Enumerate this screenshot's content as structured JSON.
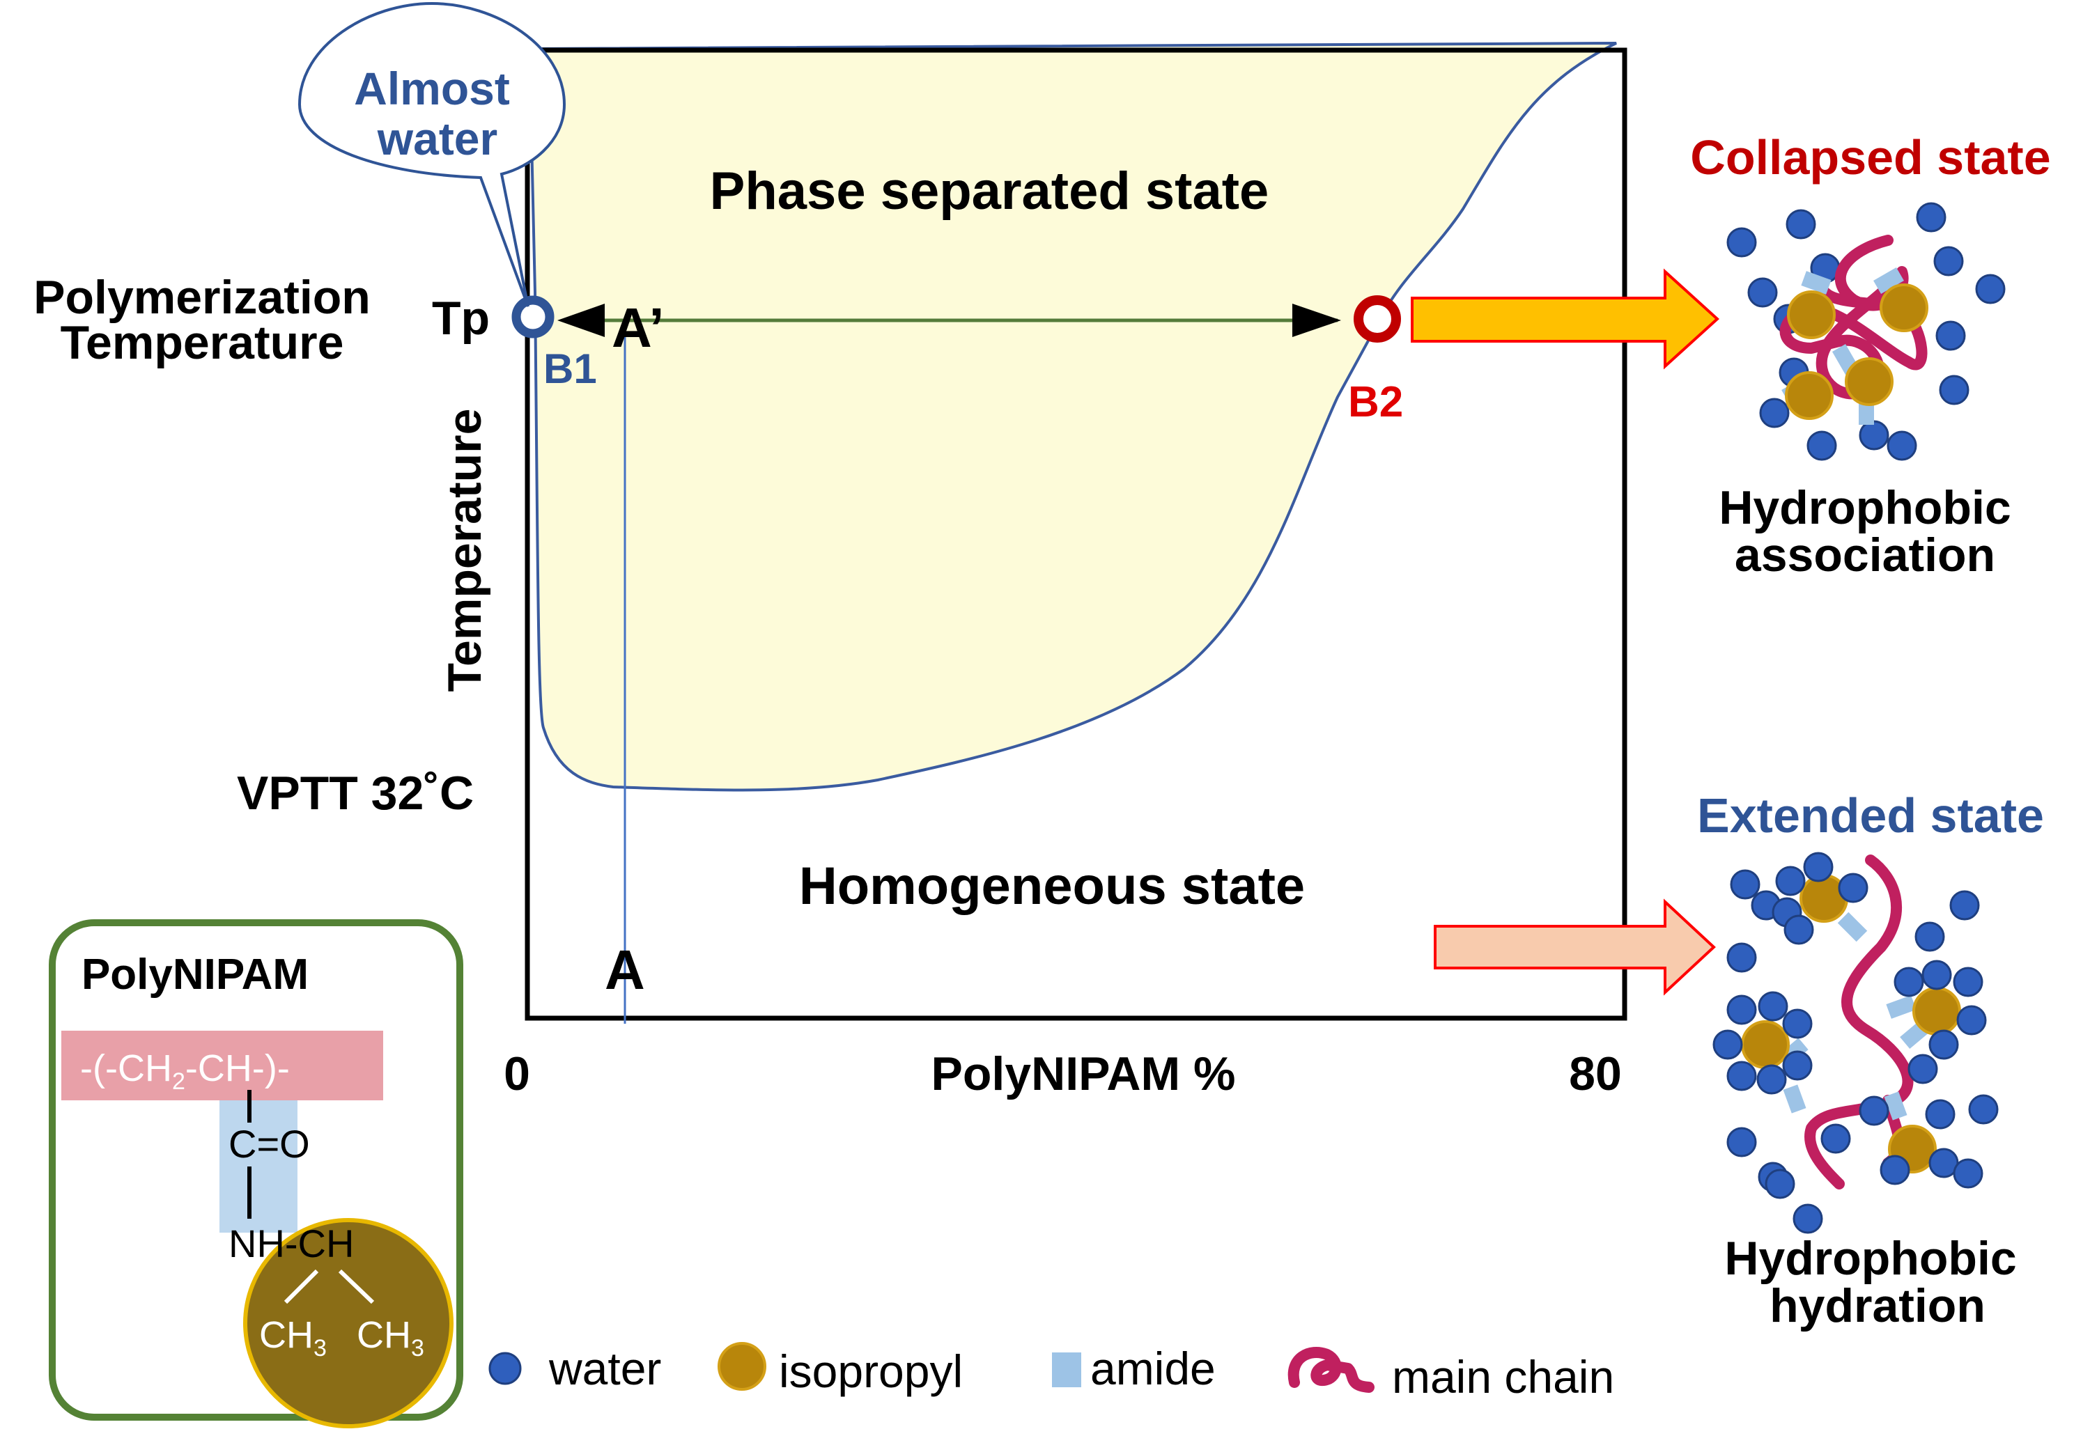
{
  "phase_diagram": {
    "region_top_label": "Phase separated state",
    "region_bottom_label": "Homogeneous state",
    "y_axis_label": "Temperature",
    "x_axis_label": "PolyNIPAM %",
    "x_min_label": "0",
    "x_max_label": "80",
    "tp_label_line1": "Polymerization",
    "tp_label_line2": "Temperature",
    "tp_tick": "Tp",
    "vptt_label": "VPTT 32˚C",
    "point_a": "A",
    "point_a_prime": "A’",
    "point_b1": "B1",
    "point_b2": "B2",
    "callout_line1": "Almost",
    "callout_line2": "water"
  },
  "collapsed": {
    "title": "Collapsed state",
    "caption_line1": "Hydrophobic",
    "caption_line2": "association"
  },
  "extended": {
    "title": "Extended state",
    "caption_line1": "Hydrophobic",
    "caption_line2": "hydration"
  },
  "structure_box": {
    "title": "PolyNIPAM",
    "backbone": "-(-CH",
    "backbone_sub": "2",
    "backbone_end": "-CH-)-",
    "carbonyl": "C=O",
    "amine": "NH-CH",
    "methyl1": "CH",
    "methyl1_sub": "3",
    "methyl2": "CH",
    "methyl2_sub": "3"
  },
  "legend": {
    "water": "water",
    "isopropyl": "isopropyl",
    "amide": "amide",
    "main_chain": "main chain"
  },
  "colors": {
    "phase_fill": "#fdfbd9",
    "binodal": "#3a5ba0",
    "tie_line": "#547b3a",
    "b1": "#2f5496",
    "b2": "#c00000",
    "water": "#2f5fbd",
    "isopropyl": "#b8860b",
    "amide": "#9dc3e6",
    "main_chain": "#c0205f",
    "box_border": "#548235"
  }
}
